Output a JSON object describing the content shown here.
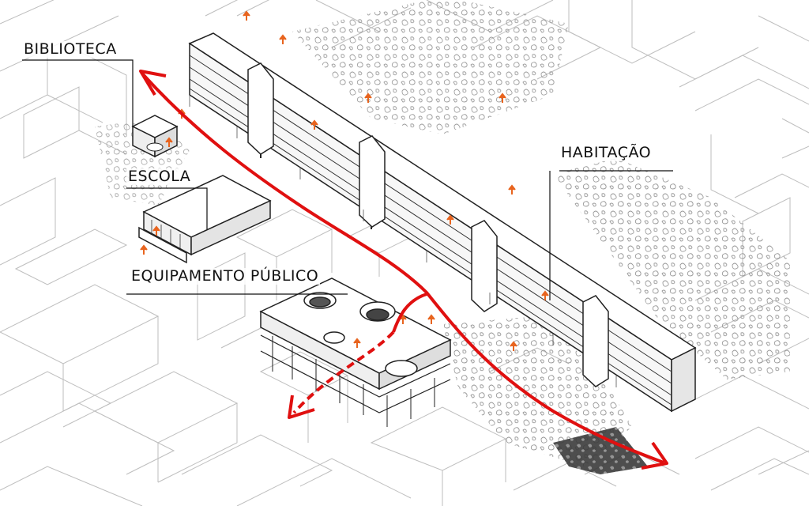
{
  "labels": {
    "biblioteca": "BIBLIOTECA",
    "escola": "ESCOLA",
    "equipamento_publico": "EQUIPAMENTO PÚBLICO",
    "habitacao": "HABITAÇÃO"
  },
  "colors": {
    "route": "#e01010",
    "accent_arrows": "#e8641e",
    "linework": "#222222",
    "context_lines": "#b8b8b8",
    "vegetation": "#9a9a9a",
    "background": "#ffffff"
  },
  "icons": {
    "route_arrow": "red-arrow-head",
    "access_marker": "orange-up-arrow"
  }
}
